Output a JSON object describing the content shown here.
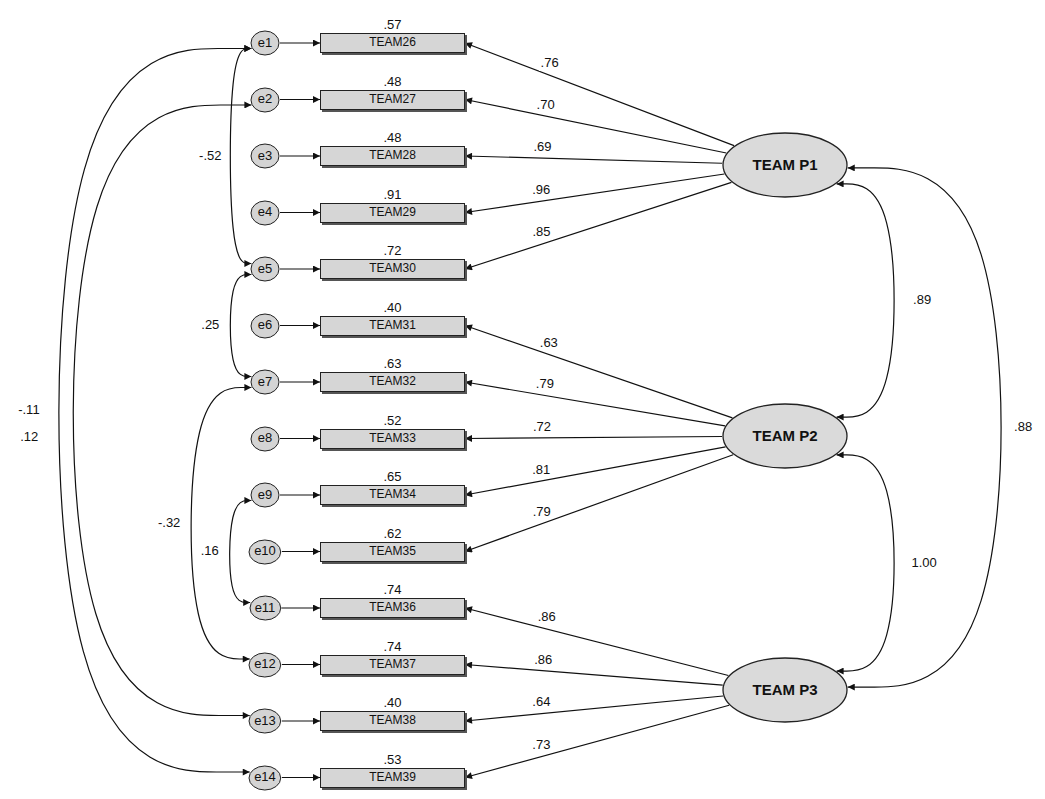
{
  "diagram": {
    "nodes": [
      {
        "text": [
          "e1"
        ]
      },
      {
        "text": [
          "e2"
        ]
      },
      {
        "text": [
          "e3"
        ]
      },
      {
        "text": [
          "e4"
        ]
      },
      {
        "text": [
          "e5"
        ]
      },
      {
        "text": [
          "e6"
        ]
      },
      {
        "text": [
          "e7"
        ]
      },
      {
        "text": [
          "e8"
        ]
      },
      {
        "text": [
          "e9"
        ]
      },
      {
        "text": [
          "e10"
        ]
      },
      {
        "text": [
          "e11"
        ]
      },
      {
        "text": [
          "e12"
        ]
      },
      {
        "text": [
          "e13"
        ]
      },
      {
        "text": [
          "e14"
        ]
      },
      {
        "text": [
          ".57",
          "TEAM26"
        ]
      },
      {
        "text": [
          ".48",
          "TEAM27"
        ]
      },
      {
        "text": [
          ".48",
          "TEAM28"
        ]
      },
      {
        "text": [
          ".91",
          "TEAM29"
        ]
      },
      {
        "text": [
          ".72",
          "TEAM30"
        ]
      },
      {
        "text": [
          ".40",
          "TEAM31"
        ]
      },
      {
        "text": [
          ".63",
          "TEAM32"
        ]
      },
      {
        "text": [
          ".52",
          "TEAM33"
        ]
      },
      {
        "text": [
          ".65",
          "TEAM34"
        ]
      },
      {
        "text": [
          ".62",
          "TEAM35"
        ]
      },
      {
        "text": [
          ".74",
          "TEAM36"
        ]
      },
      {
        "text": [
          ".74",
          "TEAM37"
        ]
      },
      {
        "text": [
          ".40",
          "TEAM38"
        ]
      },
      {
        "text": [
          ".53",
          "TEAM39"
        ]
      },
      {
        "text": [
          "TEAM P1"
        ]
      },
      {
        "text": [
          "TEAM P2"
        ]
      },
      {
        "text": [
          "TEAM P3"
        ]
      }
    ],
    "edges": [
      {
        "from": 0,
        "to": 14,
        "arrow": "to"
      },
      {
        "from": 1,
        "to": 15,
        "arrow": "to"
      },
      {
        "from": 2,
        "to": 16,
        "arrow": "to"
      },
      {
        "from": 3,
        "to": 17,
        "arrow": "to"
      },
      {
        "from": 4,
        "to": 18,
        "arrow": "to"
      },
      {
        "from": 5,
        "to": 19,
        "arrow": "to"
      },
      {
        "from": 6,
        "to": 20,
        "arrow": "to"
      },
      {
        "from": 7,
        "to": 21,
        "arrow": "to"
      },
      {
        "from": 8,
        "to": 22,
        "arrow": "to"
      },
      {
        "from": 9,
        "to": 23,
        "arrow": "to"
      },
      {
        "from": 10,
        "to": 24,
        "arrow": "to"
      },
      {
        "from": 11,
        "to": 25,
        "arrow": "to"
      },
      {
        "from": 12,
        "to": 26,
        "arrow": "to"
      },
      {
        "from": 13,
        "to": 27,
        "arrow": "to"
      },
      {
        "from": 28,
        "to": 14,
        "label": ".76",
        "arrow": "to"
      },
      {
        "from": 28,
        "to": 15,
        "label": ".70",
        "arrow": "to"
      },
      {
        "from": 28,
        "to": 16,
        "label": ".69",
        "arrow": "to"
      },
      {
        "from": 28,
        "to": 17,
        "label": ".96",
        "arrow": "to"
      },
      {
        "from": 28,
        "to": 18,
        "label": ".85",
        "arrow": "to"
      },
      {
        "from": 29,
        "to": 19,
        "label": ".63",
        "arrow": "to"
      },
      {
        "from": 29,
        "to": 20,
        "label": ".79",
        "arrow": "to"
      },
      {
        "from": 29,
        "to": 21,
        "label": ".72",
        "arrow": "to"
      },
      {
        "from": 29,
        "to": 22,
        "label": ".81",
        "arrow": "to"
      },
      {
        "from": 29,
        "to": 23,
        "label": ".79",
        "arrow": "to"
      },
      {
        "from": 30,
        "to": 24,
        "label": ".86",
        "arrow": "to"
      },
      {
        "from": 30,
        "to": 25,
        "label": ".86",
        "arrow": "to"
      },
      {
        "from": 30,
        "to": 26,
        "label": ".64",
        "arrow": "to"
      },
      {
        "from": 30,
        "to": 27,
        "label": ".73",
        "arrow": "to"
      },
      {
        "from": 0,
        "to": 4,
        "label": "-.52",
        "arrow": "both"
      },
      {
        "from": 4,
        "to": 6,
        "label": ".25",
        "arrow": "both"
      },
      {
        "from": 0,
        "to": 13,
        "label": "-.11",
        "arrow": "both"
      },
      {
        "from": 1,
        "to": 12,
        "label": ".12",
        "arrow": "both"
      },
      {
        "from": 6,
        "to": 11,
        "label": "-.32",
        "arrow": "both"
      },
      {
        "from": 8,
        "to": 10,
        "label": ".16",
        "arrow": "both"
      },
      {
        "from": 28,
        "to": 29,
        "label": ".89",
        "arrow": "both"
      },
      {
        "from": 28,
        "to": 30,
        "label": ".88",
        "arrow": "both"
      },
      {
        "from": 29,
        "to": 30,
        "label": "1.00",
        "arrow": "both"
      }
    ]
  }
}
